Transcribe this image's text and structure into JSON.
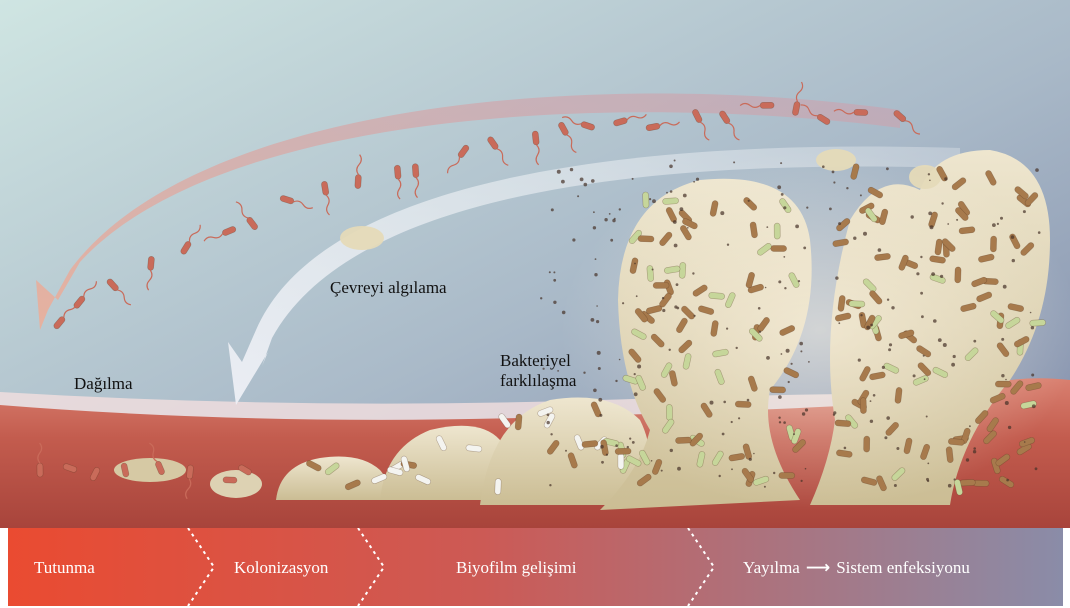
{
  "labels": {
    "environment_sensing": "Çevreyi algılama",
    "dispersal": "Dağılma",
    "bacterial_differentiation_line1": "Bakteriyel",
    "bacterial_differentiation_line2": "farklılaşma"
  },
  "stages": [
    {
      "label": "Tutunma"
    },
    {
      "label": "Kolonizasyon"
    },
    {
      "label": "Biyofilm gelişimi"
    },
    {
      "label": "Yayılma",
      "arrow": "⟶",
      "label_after": "Sistem enfeksiyonu"
    }
  ],
  "colors": {
    "sky_top": "#c9e0e0",
    "sky_bottom": "#8e9cb6",
    "tissue": "#c95f52",
    "bar_start": "#e84a33",
    "bar_end": "#8a8aa6",
    "biofilm": "#d9cfae",
    "bacteria_brown": "#a77a4c",
    "bacteria_green": "#c6d69a",
    "bacteria_white": "#f4f4f0",
    "bacteria_red": "#c96b5a"
  }
}
